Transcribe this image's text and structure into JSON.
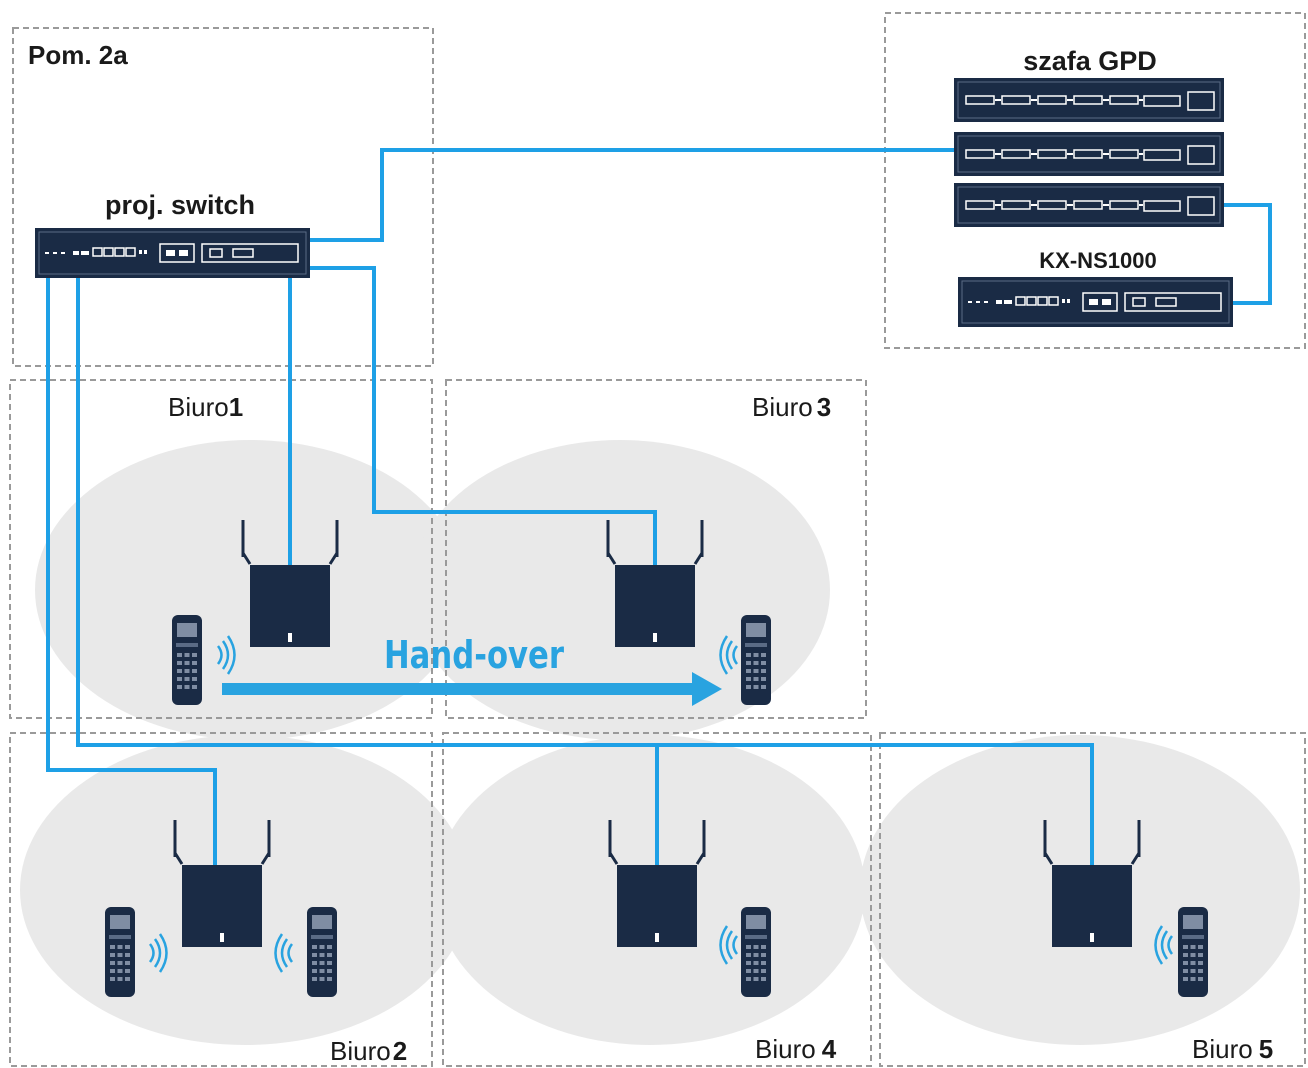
{
  "rooms": {
    "pom": "Pom. 2a",
    "biuro1_prefix": "Biuro",
    "biuro1_num": "1",
    "biuro2_prefix": "Biuro",
    "biuro2_num": "2",
    "biuro3_prefix": "Biuro",
    "biuro3_num": "3",
    "biuro4_prefix": "Biuro",
    "biuro4_num": "4",
    "biuro5_prefix": "Biuro",
    "biuro5_num": "5"
  },
  "devices": {
    "switch_label": "proj. switch",
    "cabinet_label": "szafa GPD",
    "pbx_label": "KX-NS1000"
  },
  "handover": {
    "label": "Hand-over"
  },
  "colors": {
    "cable": "#1ea0e6",
    "device": "#1a2b45",
    "coverage": "#e9e9e9",
    "border": "#9a9a9a",
    "arrow": "#29a3e0"
  }
}
